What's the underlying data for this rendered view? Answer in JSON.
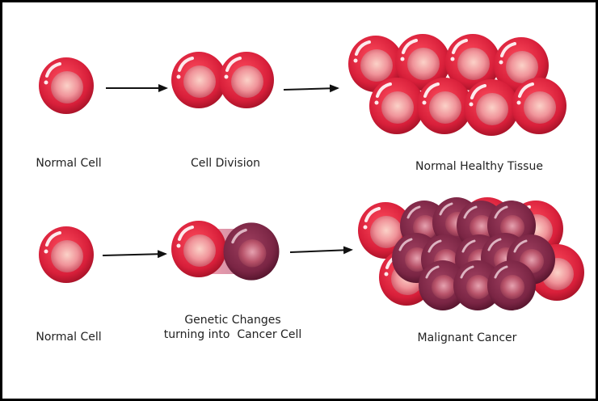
{
  "labels": {
    "normal_cell_1": "Normal Cell",
    "cell_division": "Cell Division",
    "normal_healthy_tissue": "Normal Healthy Tissue",
    "normal_cell_2": "Normal Cell",
    "genetic_changes_line1": "Genetic Changes",
    "genetic_changes_line2": "turning into  Cancer Cell",
    "malignant_cancer": "Malignant Cancer"
  },
  "colors": {
    "normal_cell": "#d81f3a",
    "normal_nucleus": "#f08a94",
    "cancer_cell": "#7a2544",
    "cancer_nucleus": "#b8536a",
    "arrow": "#111111",
    "frame": "#000000"
  }
}
